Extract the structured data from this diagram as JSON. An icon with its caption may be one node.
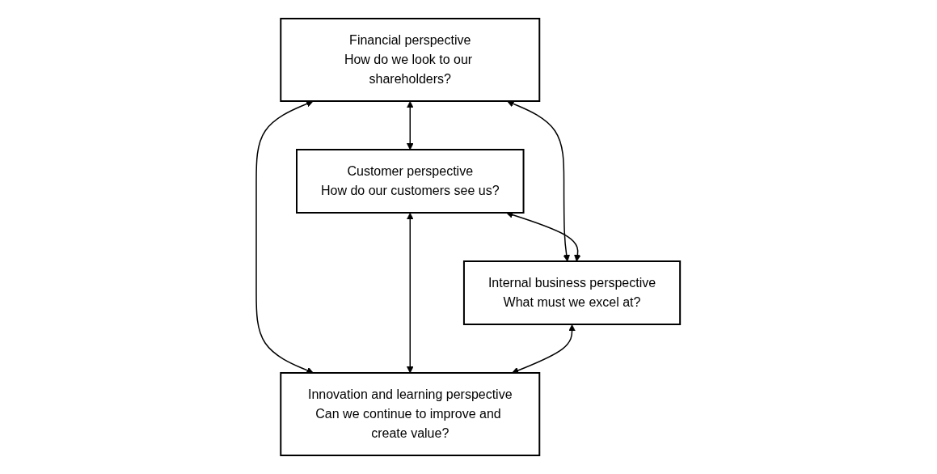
{
  "diagram": {
    "nodes": [
      {
        "text": [
          "Financial perspective",
          "How do we look to our shareholders?"
        ]
      },
      {
        "text": [
          "Customer perspective",
          "How do our customers see us?"
        ]
      },
      {
        "text": [
          "Internal business perspective",
          "What must we excel at?"
        ]
      },
      {
        "text": [
          "Innovation and learning perspective",
          "Can we continue to improve and create value?"
        ]
      }
    ],
    "edges": [
      {
        "from": 0,
        "to": 1,
        "arrow": "both"
      },
      {
        "from": 0,
        "to": 2,
        "arrow": "both"
      },
      {
        "from": 0,
        "to": 3,
        "arrow": "both"
      },
      {
        "from": 1,
        "to": 2,
        "arrow": "both"
      },
      {
        "from": 1,
        "to": 3,
        "arrow": "both"
      },
      {
        "from": 2,
        "to": 3,
        "arrow": "both"
      }
    ]
  }
}
